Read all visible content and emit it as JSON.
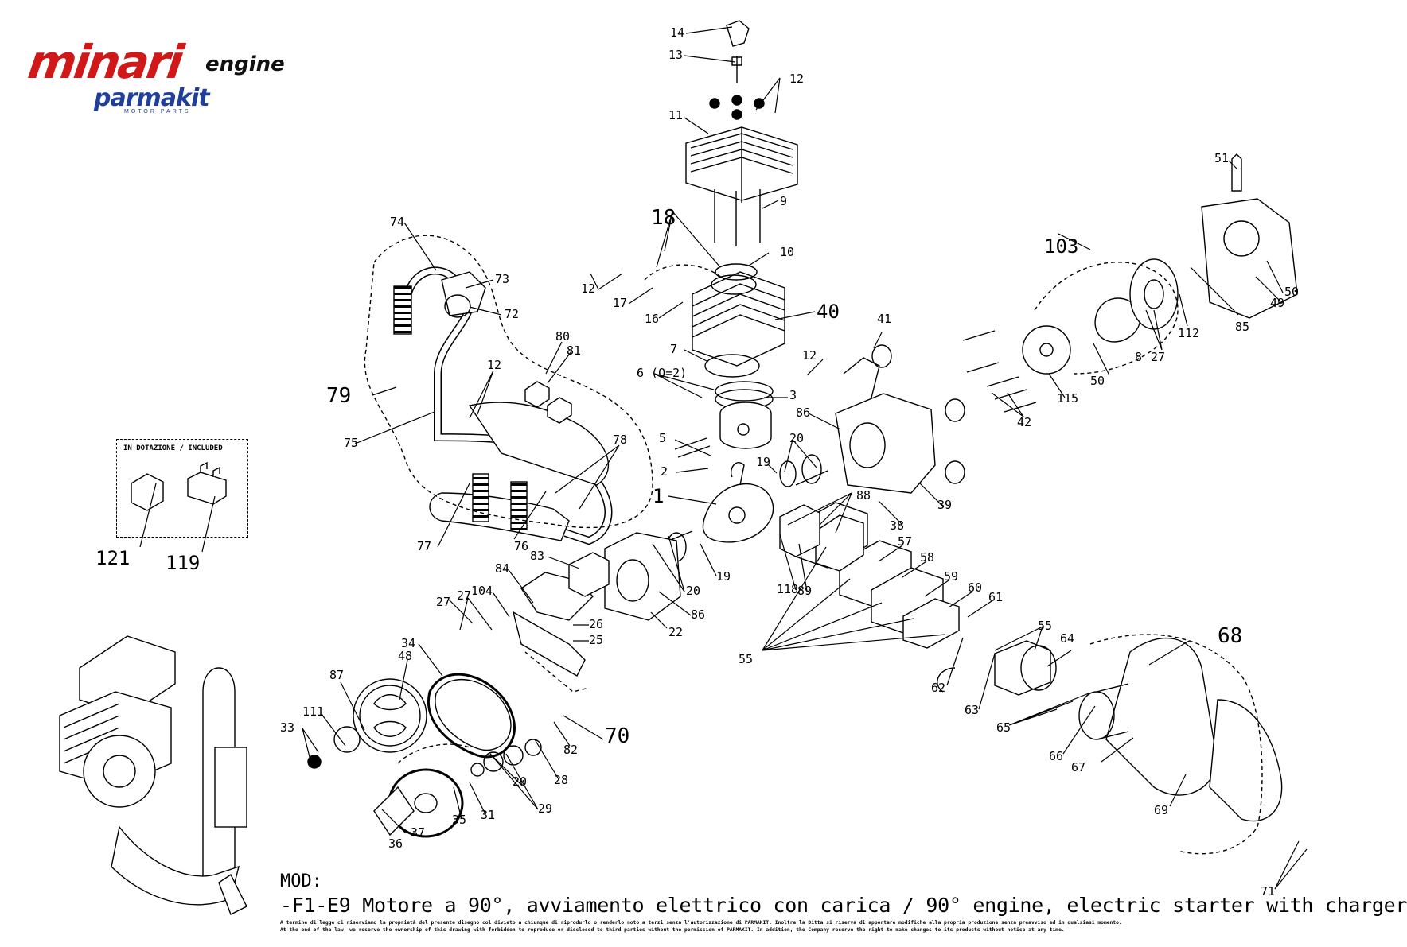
{
  "logo": {
    "brand_main": "minari",
    "brand_suffix": "engine",
    "partner": "parmakit",
    "partner_sub": "MOTOR PARTS"
  },
  "included_box": {
    "title": "IN DOTAZIONE / INCLUDED"
  },
  "callouts": [
    {
      "id": "14",
      "label": "14"
    },
    {
      "id": "13",
      "label": "13"
    },
    {
      "id": "12a",
      "label": "12"
    },
    {
      "id": "11",
      "label": "11"
    },
    {
      "id": "9",
      "label": "9"
    },
    {
      "id": "18",
      "label": "18"
    },
    {
      "id": "10",
      "label": "10"
    },
    {
      "id": "40",
      "label": "40"
    },
    {
      "id": "12b",
      "label": "12"
    },
    {
      "id": "17",
      "label": "17"
    },
    {
      "id": "16",
      "label": "16"
    },
    {
      "id": "7",
      "label": "7"
    },
    {
      "id": "6",
      "label": "6 (Q=2)"
    },
    {
      "id": "3",
      "label": "3"
    },
    {
      "id": "5",
      "label": "5"
    },
    {
      "id": "2",
      "label": "2"
    },
    {
      "id": "1",
      "label": "1"
    },
    {
      "id": "19a",
      "label": "19"
    },
    {
      "id": "20a",
      "label": "20"
    },
    {
      "id": "74",
      "label": "74"
    },
    {
      "id": "73",
      "label": "73"
    },
    {
      "id": "72",
      "label": "72"
    },
    {
      "id": "79",
      "label": "79"
    },
    {
      "id": "12c",
      "label": "12"
    },
    {
      "id": "75",
      "label": "75"
    },
    {
      "id": "80",
      "label": "80"
    },
    {
      "id": "81",
      "label": "81"
    },
    {
      "id": "78",
      "label": "78"
    },
    {
      "id": "77",
      "label": "77"
    },
    {
      "id": "76",
      "label": "76"
    },
    {
      "id": "121",
      "label": "121"
    },
    {
      "id": "119",
      "label": "119"
    },
    {
      "id": "83",
      "label": "83"
    },
    {
      "id": "84",
      "label": "84"
    },
    {
      "id": "104",
      "label": "104"
    },
    {
      "id": "27a",
      "label": "27"
    },
    {
      "id": "27b",
      "label": "27"
    },
    {
      "id": "26",
      "label": "26"
    },
    {
      "id": "25",
      "label": "25"
    },
    {
      "id": "86a",
      "label": "86"
    },
    {
      "id": "22",
      "label": "22"
    },
    {
      "id": "20b",
      "label": "20"
    },
    {
      "id": "19b",
      "label": "19"
    },
    {
      "id": "34",
      "label": "34"
    },
    {
      "id": "48",
      "label": "48"
    },
    {
      "id": "87",
      "label": "87"
    },
    {
      "id": "111",
      "label": "111"
    },
    {
      "id": "33",
      "label": "33"
    },
    {
      "id": "70",
      "label": "70"
    },
    {
      "id": "82",
      "label": "82"
    },
    {
      "id": "28",
      "label": "28"
    },
    {
      "id": "29",
      "label": "29"
    },
    {
      "id": "20c",
      "label": "20"
    },
    {
      "id": "31",
      "label": "31"
    },
    {
      "id": "35",
      "label": "35"
    },
    {
      "id": "37",
      "label": "37"
    },
    {
      "id": "36",
      "label": "36"
    },
    {
      "id": "41",
      "label": "41"
    },
    {
      "id": "12d",
      "label": "12"
    },
    {
      "id": "86b",
      "label": "86"
    },
    {
      "id": "39",
      "label": "39"
    },
    {
      "id": "38",
      "label": "38"
    },
    {
      "id": "88",
      "label": "88"
    },
    {
      "id": "118",
      "label": "118"
    },
    {
      "id": "89",
      "label": "89"
    },
    {
      "id": "57",
      "label": "57"
    },
    {
      "id": "58",
      "label": "58"
    },
    {
      "id": "59",
      "label": "59"
    },
    {
      "id": "60",
      "label": "60"
    },
    {
      "id": "61",
      "label": "61"
    },
    {
      "id": "55a",
      "label": "55"
    },
    {
      "id": "55b",
      "label": "55"
    },
    {
      "id": "62",
      "label": "62"
    },
    {
      "id": "63",
      "label": "63"
    },
    {
      "id": "64",
      "label": "64"
    },
    {
      "id": "65",
      "label": "65"
    },
    {
      "id": "66",
      "label": "66"
    },
    {
      "id": "67",
      "label": "67"
    },
    {
      "id": "68",
      "label": "68"
    },
    {
      "id": "69",
      "label": "69"
    },
    {
      "id": "71",
      "label": "71"
    },
    {
      "id": "42",
      "label": "42"
    },
    {
      "id": "115",
      "label": "115"
    },
    {
      "id": "50a",
      "label": "50"
    },
    {
      "id": "8",
      "label": "8"
    },
    {
      "id": "27c",
      "label": "27"
    },
    {
      "id": "112",
      "label": "112"
    },
    {
      "id": "85",
      "label": "85"
    },
    {
      "id": "103",
      "label": "103"
    },
    {
      "id": "51",
      "label": "51"
    },
    {
      "id": "49",
      "label": "49"
    },
    {
      "id": "50b",
      "label": "50"
    }
  ],
  "footer": {
    "mod_title": "MOD:",
    "mod_description": "-F1-E9 Motore a 90°, avviamento elettrico con carica / 90° engine, electric starter with charger",
    "notice_it": "A termine di legge ci riserviamo la proprietà del presente disegno col divieto a chiunque di riprodurlo o renderlo noto a terzi senza l'autorizzazione di PARMAKIT. Inoltre la Ditta si riserva di apportare modifiche alla propria produzione senza preavviso ed in qualsiasi momento.",
    "notice_en": "At the end of the law, we reserve the ownership of this drawing with forbidden to reproduce or disclosed to third parties without the permission of PARMAKIT. In addition, the Company reserve the right to make changes to its products without notice at any time."
  },
  "colors": {
    "brand_red": "#d01818",
    "brand_blue": "#1f3f9b",
    "line": "#000000"
  }
}
